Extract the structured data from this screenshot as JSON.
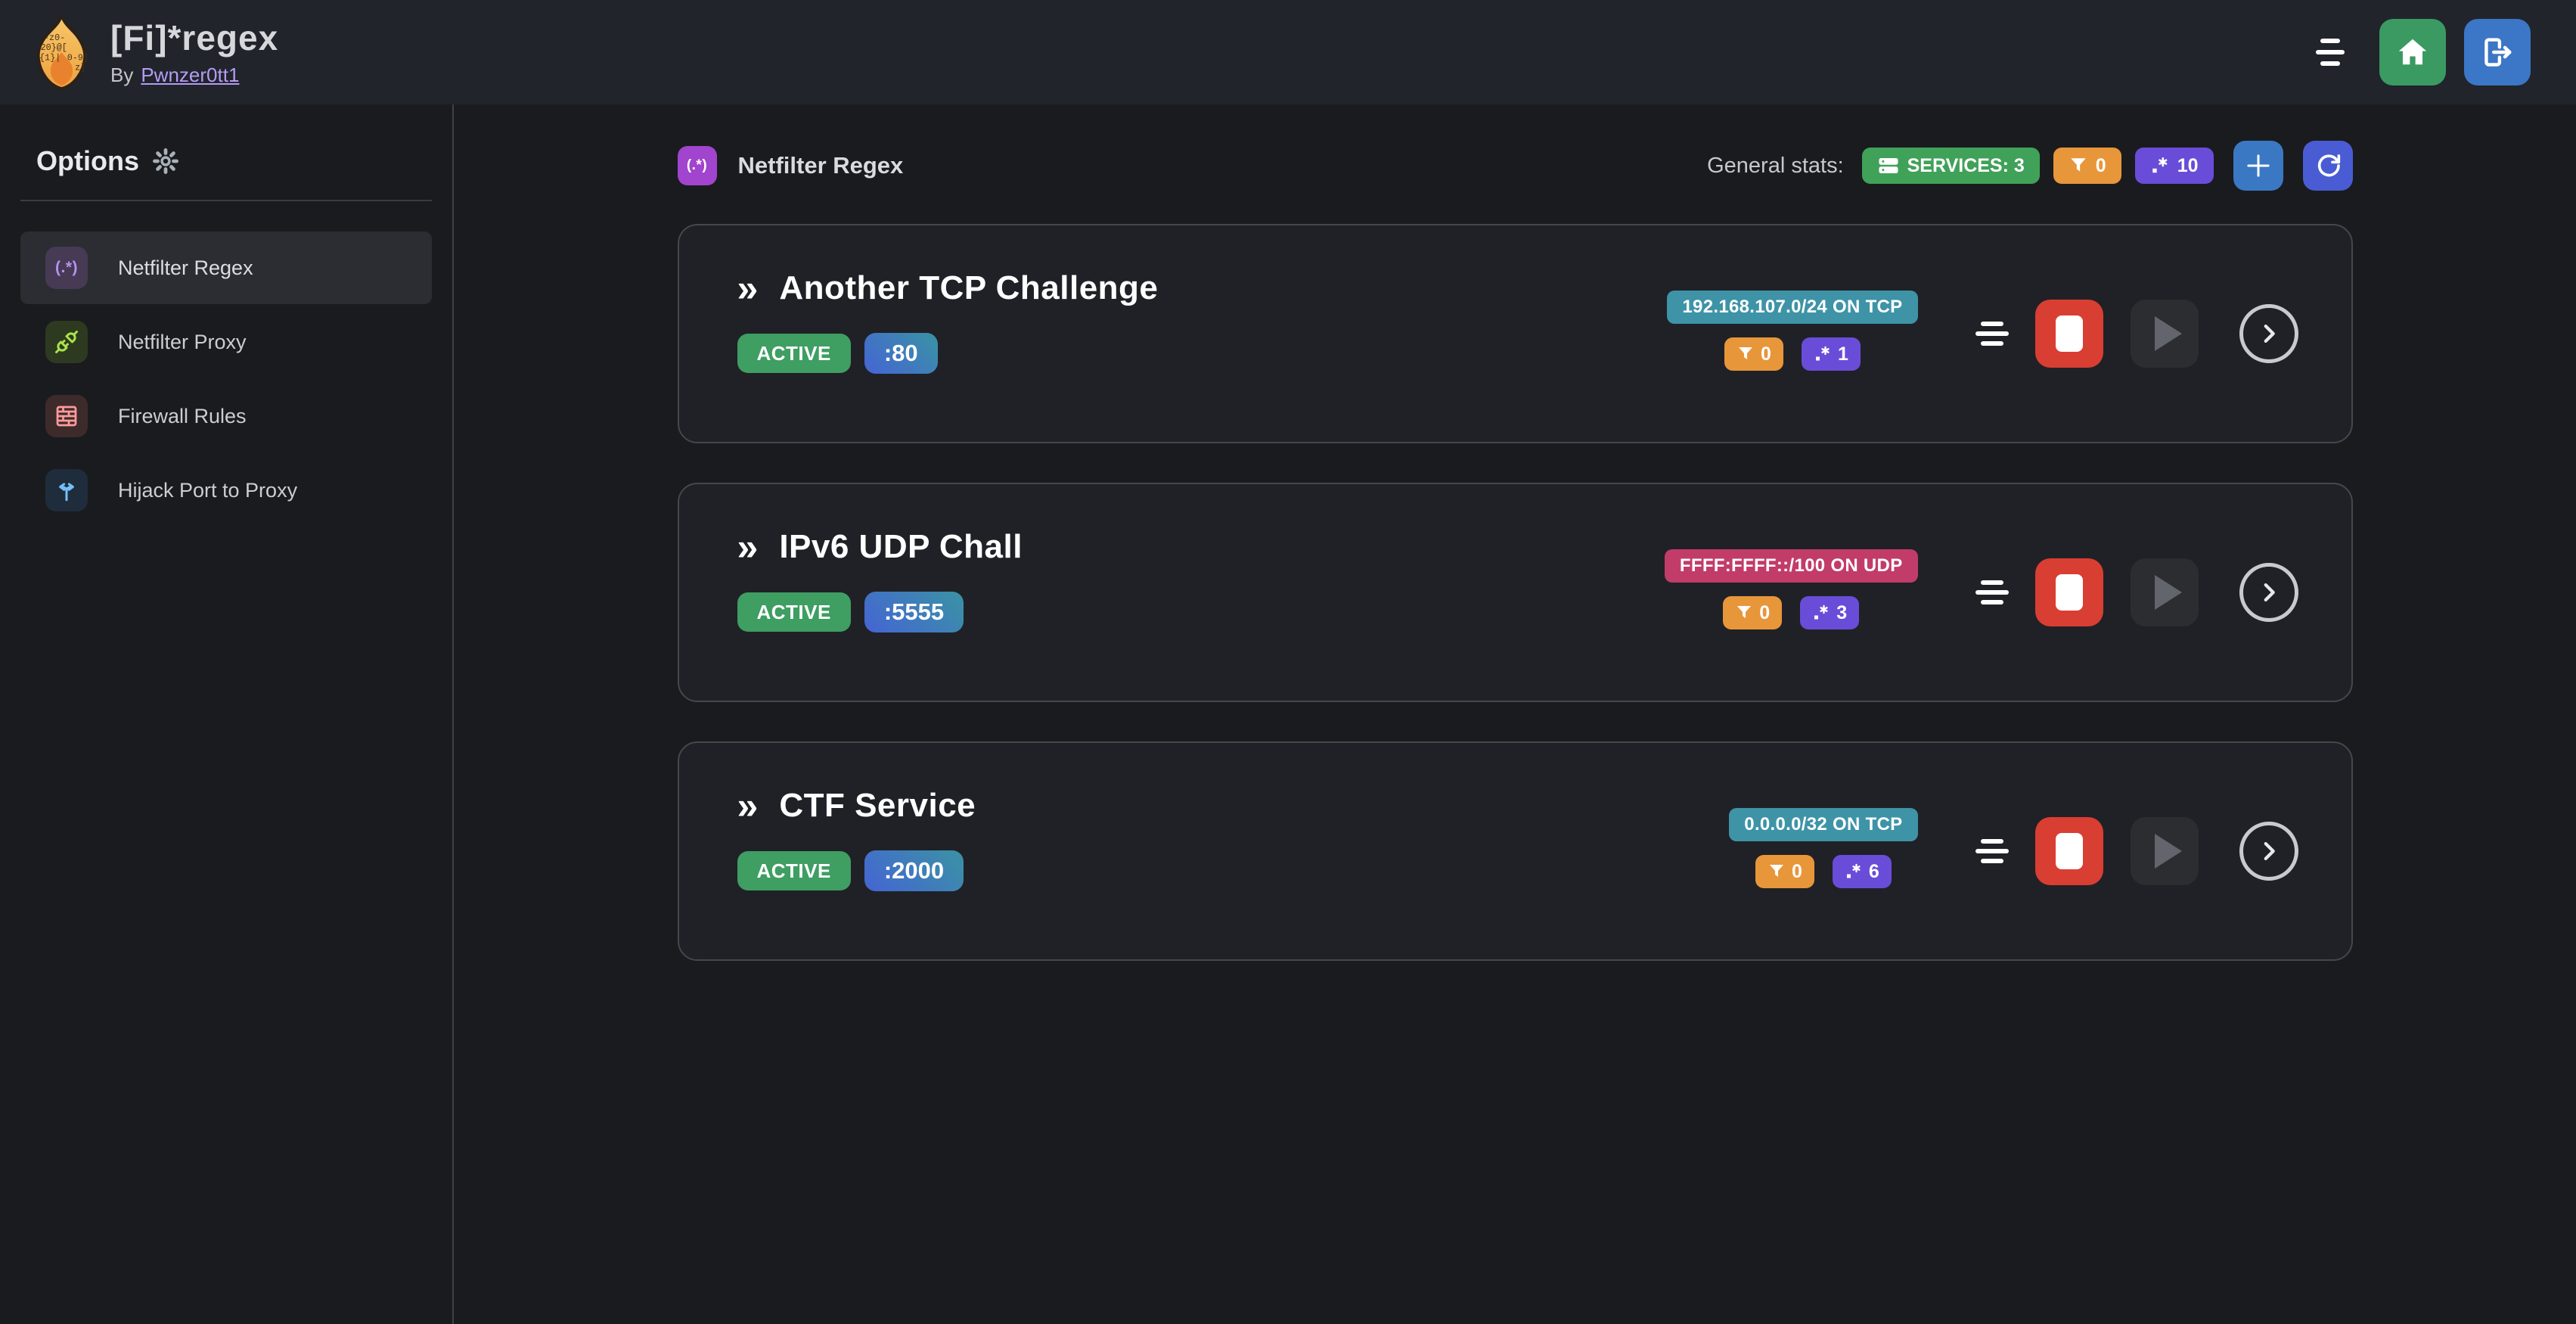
{
  "header": {
    "title": "[Fi]*regex",
    "byline_prefix": "By",
    "byline_link": "Pwnzer0tt1",
    "logo_glyphs": [
      "-z0-",
      "20}@[",
      "{1}|",
      "0-9]",
      "z]"
    ]
  },
  "sidebar": {
    "heading": "Options",
    "items": [
      {
        "label": "Netfilter Regex",
        "icon_text": "(.*)"
      },
      {
        "label": "Netfilter Proxy"
      },
      {
        "label": "Firewall Rules"
      },
      {
        "label": "Hijack Port to Proxy"
      }
    ]
  },
  "main": {
    "section_icon_text": "(.*)",
    "section_title": "Netfilter Regex",
    "stats_label": "General stats:",
    "stats": {
      "services": "SERVICES: 3",
      "filters": "0",
      "regexes": "10"
    },
    "card_prefix": "»",
    "services": [
      {
        "title": "Another TCP Challenge",
        "status": "ACTIVE",
        "port": ":80",
        "cidr": "192.168.107.0/24 ON TCP",
        "cidr_variant": "teal",
        "filters": "0",
        "regexes": "1"
      },
      {
        "title": "IPv6 UDP Chall",
        "status": "ACTIVE",
        "port": ":5555",
        "cidr": "FFFF:FFFF::/100 ON UDP",
        "cidr_variant": "pink",
        "filters": "0",
        "regexes": "3"
      },
      {
        "title": "CTF Service",
        "status": "ACTIVE",
        "port": ":2000",
        "cidr": "0.0.0.0/32 ON TCP",
        "cidr_variant": "teal",
        "filters": "0",
        "regexes": "6"
      }
    ]
  },
  "colors": {
    "page_bg": "#1a1b1e",
    "header_bg": "#21242b",
    "card_bg": "#202126",
    "card_border": "#44474e",
    "green": "#40a159",
    "active_green": "#3f9e62",
    "orange": "#e8963a",
    "violet": "#694dd8",
    "teal": "#3e93a7",
    "pink": "#c23c69",
    "red": "#d93e32",
    "blue": "#3b78c3",
    "indigo": "#4a5cd3",
    "home_green": "#3a9a62",
    "logout_blue": "#3c76c6",
    "link_purple": "#b49cf4",
    "grape": "#a144ce"
  }
}
